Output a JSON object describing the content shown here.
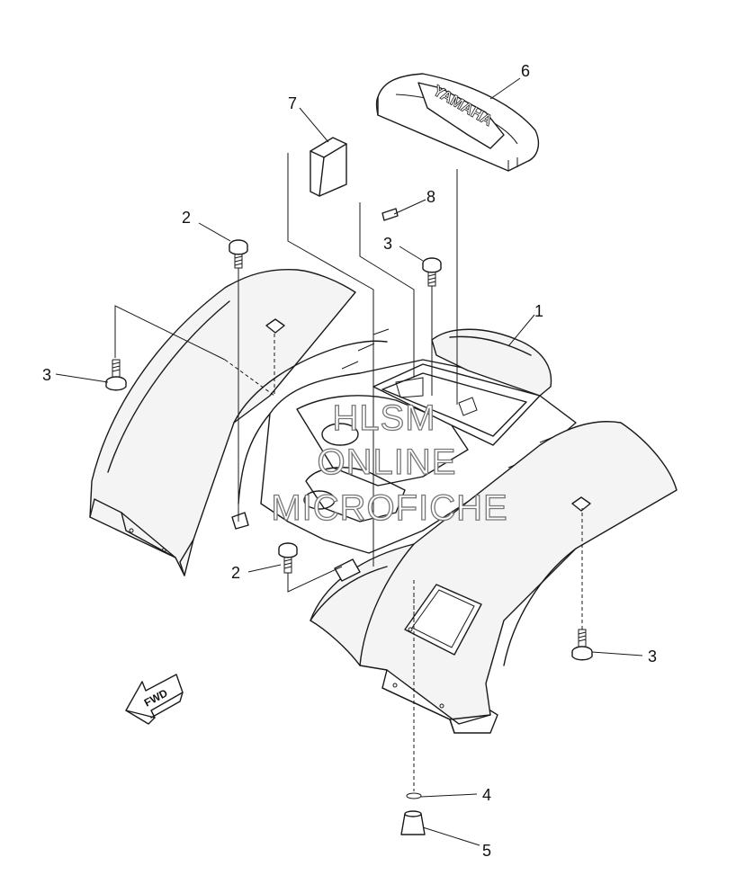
{
  "diagram": {
    "callouts": [
      {
        "id": "c1",
        "label": "1"
      },
      {
        "id": "c2a",
        "label": "2"
      },
      {
        "id": "c2b",
        "label": "2"
      },
      {
        "id": "c3a",
        "label": "3"
      },
      {
        "id": "c3b",
        "label": "3"
      },
      {
        "id": "c3c",
        "label": "3"
      },
      {
        "id": "c4",
        "label": "4"
      },
      {
        "id": "c5",
        "label": "5"
      },
      {
        "id": "c6",
        "label": "6"
      },
      {
        "id": "c7",
        "label": "7"
      },
      {
        "id": "c8",
        "label": "8"
      }
    ],
    "cover_brand": "YAMAHA",
    "fwd_label": "FWD",
    "watermark": [
      "HLSM",
      "ONLINE",
      "MICROFICHE"
    ]
  }
}
